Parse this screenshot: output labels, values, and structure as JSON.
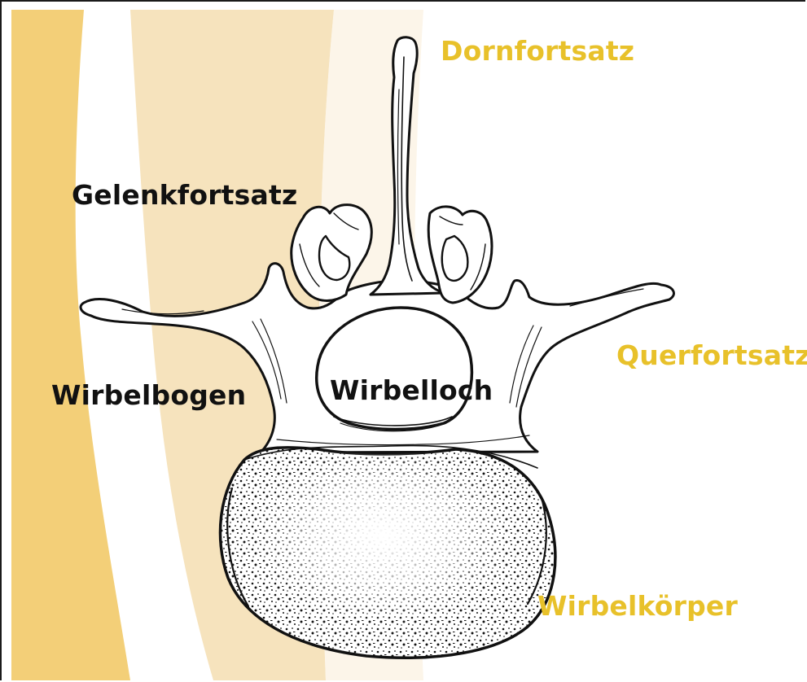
{
  "labels": {
    "dornfortsatz": "Dornfortsatz",
    "gelenkfortsatz": "Gelenkfortsatz",
    "querfortsatz": "Querfortsatz",
    "wirbelbogen": "Wirbelbogen",
    "wirbelloch": "Wirbelloch",
    "wirbelkoerper": "Wirbelkörper"
  },
  "colors": {
    "background": "#ffffff",
    "band_dark": "#f3cf78",
    "band_light": "#f6e3bd",
    "band_faint": "#fbf1df",
    "gold_text": "#e8c12a",
    "dark_text": "#111111",
    "ink": "#111111"
  }
}
